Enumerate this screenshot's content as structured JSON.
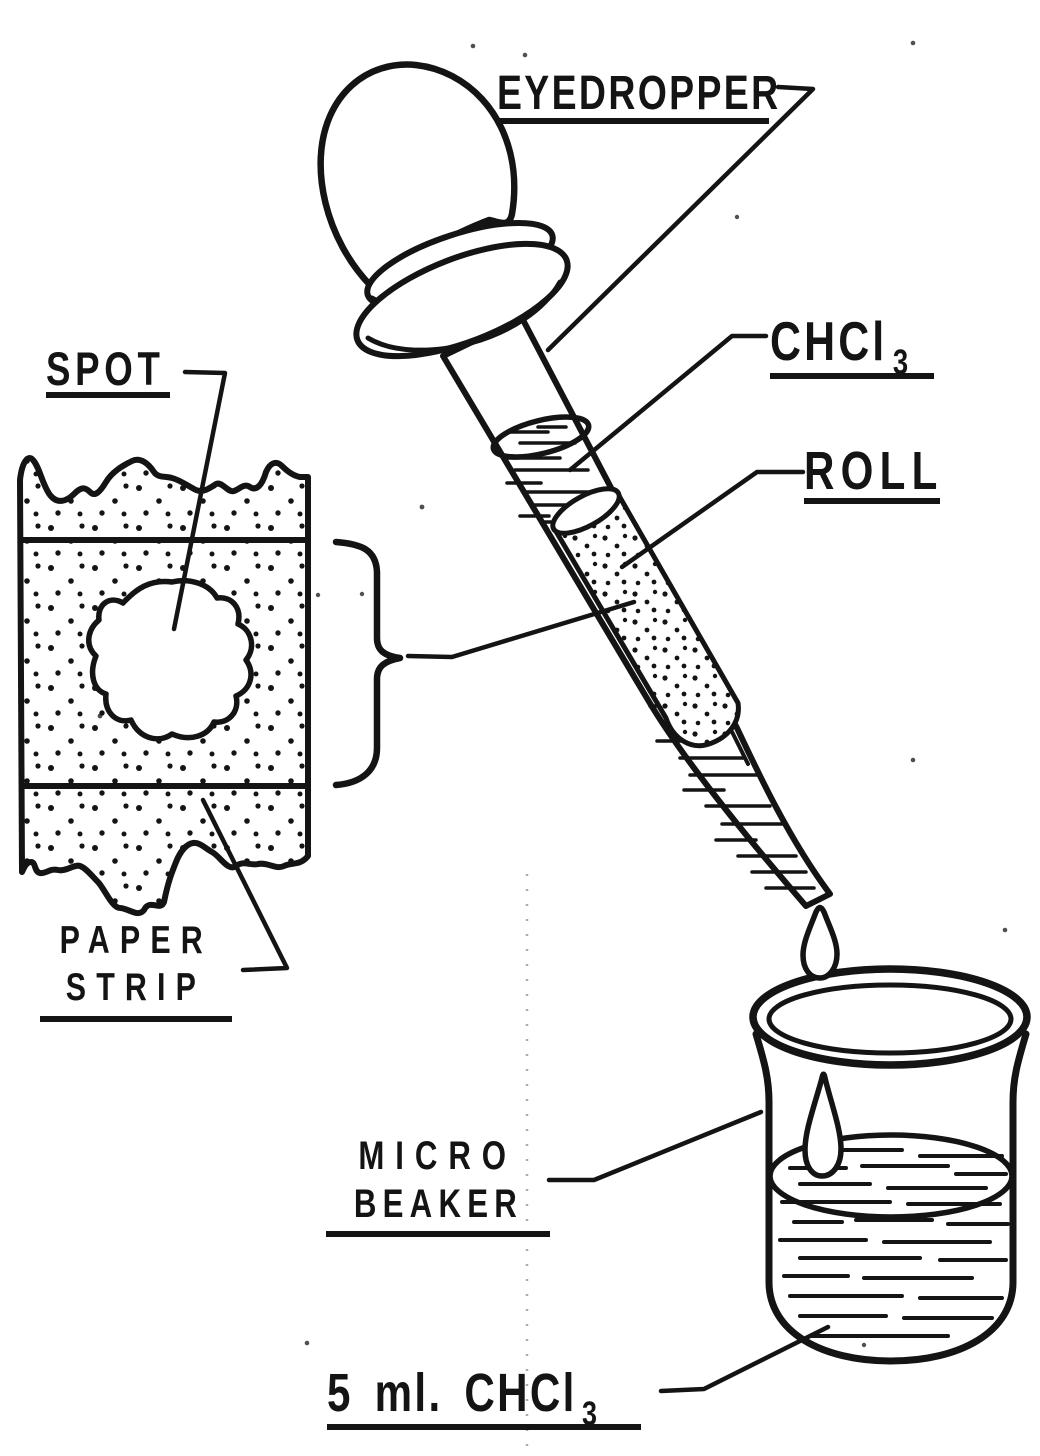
{
  "labels": {
    "eyedropper": "EYEDROPPER",
    "chcl3_main": "CHCl",
    "chcl3_sub": "3",
    "roll": "ROLL",
    "spot": "SPOT",
    "paper_line1": "PAPER",
    "paper_line2": "STRIP",
    "beaker_line1": "MICRO",
    "beaker_line2": "BEAKER",
    "volume_main": "5 ml. CHCl",
    "volume_sub": "3"
  },
  "colors": {
    "ink": "#141414",
    "paper": "#ffffff"
  }
}
